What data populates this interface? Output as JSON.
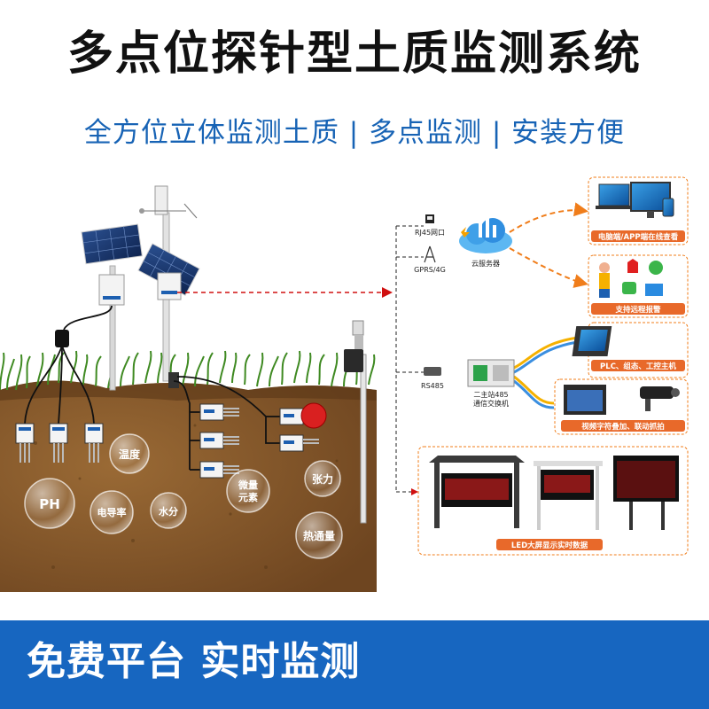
{
  "title": "多点位探针型土质监测系统",
  "subtitle": "全方位立体监测土质 | 多点监测 | 安装方便",
  "network": {
    "rj45": "RJ45网口",
    "gprs": "GPRS/4G",
    "cloud": "云服务器",
    "rs485": "RS485",
    "switch_line1": "二主站485",
    "switch_line2": "通信交换机"
  },
  "panels": {
    "pc_app": "电脑端/APP端在线查看",
    "alarm": "支持远程报警",
    "plc": "PLC、组态、工控主机",
    "video": "视频字符叠加、联动抓拍",
    "led": "LED大屏显示实时数据"
  },
  "bubbles": [
    "温度",
    "PH",
    "电导率",
    "水分",
    "微量元素",
    "张力",
    "热通量"
  ],
  "footer": "免费平台  实时监测",
  "colors": {
    "accent_blue": "#1766c0",
    "panel_orange": "#e8692a",
    "soil": "#8a5a2b",
    "grass": "#3f8a22"
  }
}
